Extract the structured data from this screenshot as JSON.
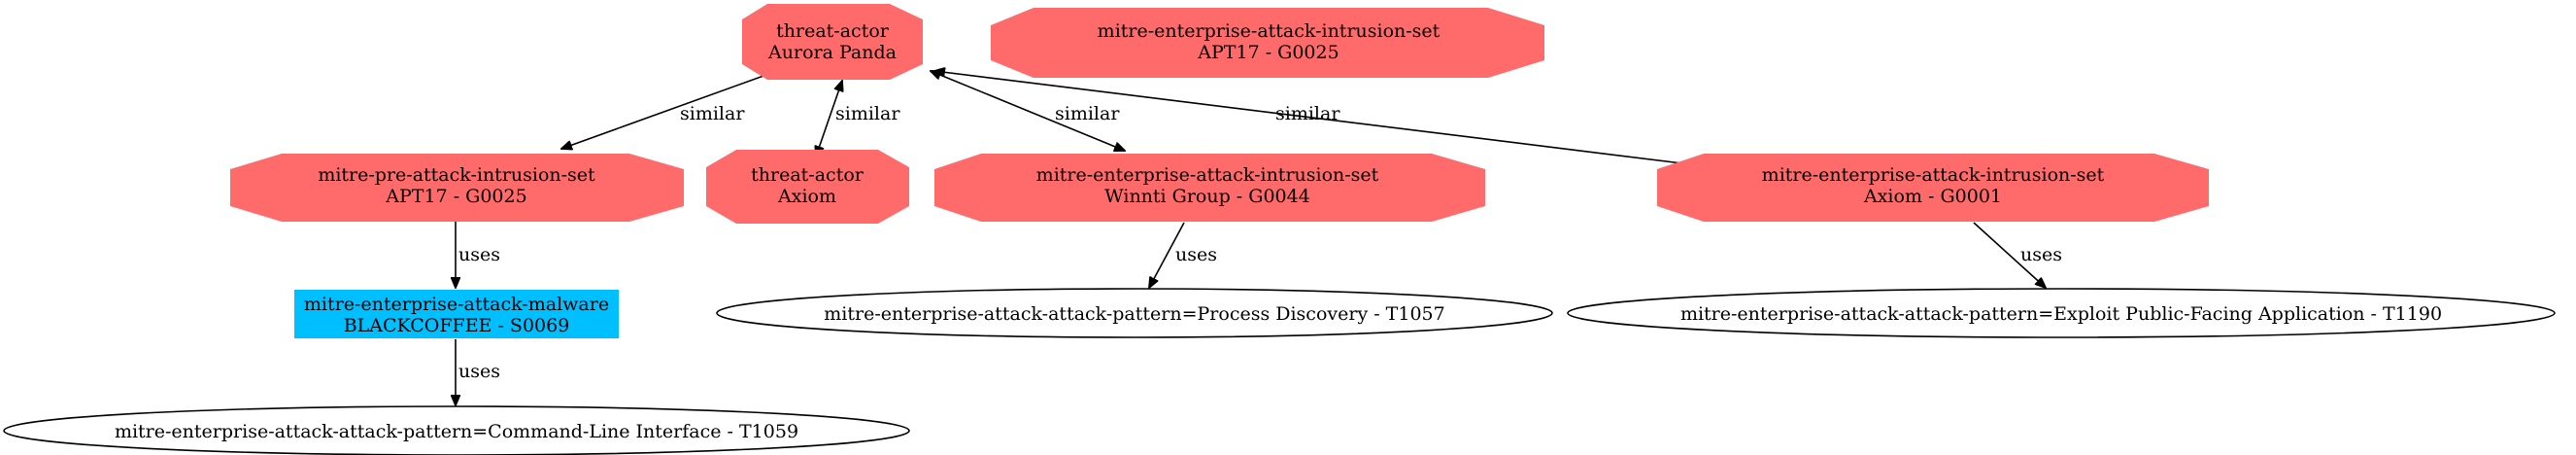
{
  "colors": {
    "threat_node": "#ff6b6b",
    "malware_node": "#00bfff",
    "edge": "#000000",
    "pattern_outline": "#000000"
  },
  "nodes": {
    "aurora_panda": {
      "line1": "threat-actor",
      "line2": "Aurora Panda"
    },
    "apt17_enterprise_set": {
      "line1": "mitre-enterprise-attack-intrusion-set",
      "line2": "APT17 - G0025"
    },
    "apt17_pre_set": {
      "line1": "mitre-pre-attack-intrusion-set",
      "line2": "APT17 - G0025"
    },
    "axiom_actor": {
      "line1": "threat-actor",
      "line2": "Axiom"
    },
    "winnti_set": {
      "line1": "mitre-enterprise-attack-intrusion-set",
      "line2": "Winnti Group - G0044"
    },
    "axiom_set": {
      "line1": "mitre-enterprise-attack-intrusion-set",
      "line2": "Axiom - G0001"
    },
    "blackcoffee": {
      "line1": "mitre-enterprise-attack-malware",
      "line2": "BLACKCOFFEE - S0069"
    },
    "process_discovery": {
      "label": "mitre-enterprise-attack-attack-pattern=Process Discovery - T1057"
    },
    "exploit_public": {
      "label": "mitre-enterprise-attack-attack-pattern=Exploit Public-Facing Application - T1190"
    },
    "command_line": {
      "label": "mitre-enterprise-attack-attack-pattern=Command-Line Interface - T1059"
    }
  },
  "edges": {
    "similar_pre": "similar",
    "similar_axiom_actor": "similar",
    "similar_winnti": "similar",
    "similar_axiom_set": "similar",
    "uses_blackcoffee": "uses",
    "uses_command_line": "uses",
    "uses_process_discovery": "uses",
    "uses_exploit_public": "uses"
  }
}
